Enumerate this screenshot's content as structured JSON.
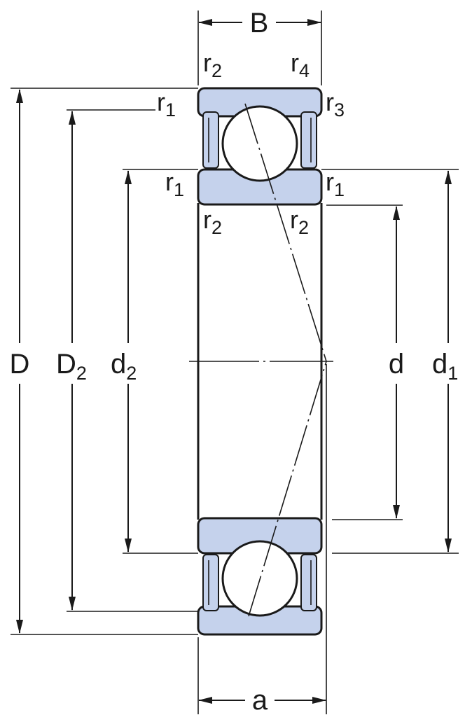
{
  "diagram": {
    "width_label": "B",
    "offset_label": "a",
    "outer_diameter": "D",
    "shoulder_outer": {
      "base": "D",
      "sub": "2"
    },
    "shoulder_inner": {
      "base": "d",
      "sub": "2"
    },
    "bore": "d",
    "shoulder_bore": {
      "base": "d",
      "sub": "1"
    },
    "radius_labels": {
      "r2_top_left": {
        "base": "r",
        "sub": "2"
      },
      "r4_top_right": {
        "base": "r",
        "sub": "4"
      },
      "r1_left_upper": {
        "base": "r",
        "sub": "1"
      },
      "r3_right": {
        "base": "r",
        "sub": "3"
      },
      "r1_left_lower": {
        "base": "r",
        "sub": "1"
      },
      "r1_right": {
        "base": "r",
        "sub": "1"
      },
      "r2_bottom_left": {
        "base": "r",
        "sub": "2"
      },
      "r2_bottom_right": {
        "base": "r",
        "sub": "2"
      }
    },
    "colors": {
      "ring": "#c5d2ec",
      "line": "#1a1a1a"
    }
  }
}
